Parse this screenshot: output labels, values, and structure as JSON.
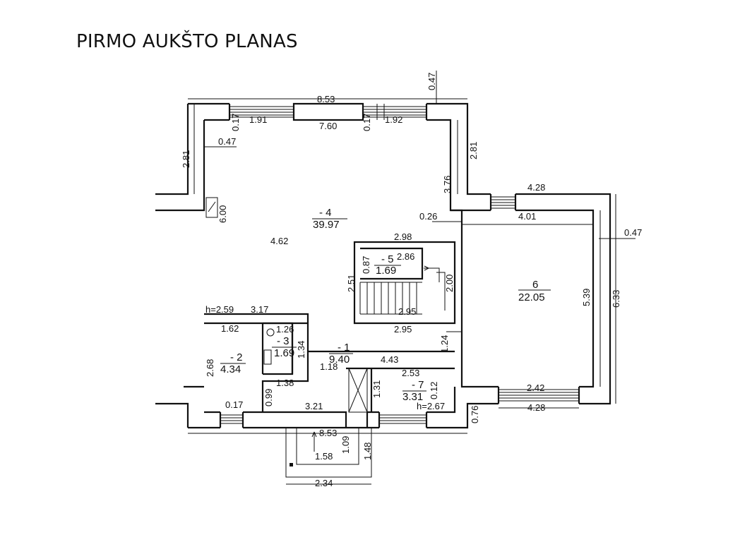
{
  "title": "PIRMO AUKŠTO PLANAS",
  "rooms": [
    {
      "id": "- 4",
      "area": "39.97"
    },
    {
      "id": "- 5",
      "area": "1.69"
    },
    {
      "id": "6",
      "area": "22.05"
    },
    {
      "id": "- 3",
      "area": "1.69"
    },
    {
      "id": "- 1",
      "area": "9.40"
    },
    {
      "id": "- 2",
      "area": "4.34"
    },
    {
      "id": "- 7",
      "area": "3.31"
    }
  ],
  "dimensions": {
    "top_total": "8.53",
    "top_left_win": "1.91",
    "top_inner": "7.60",
    "top_right_win": "1.92",
    "wall_017_a": "0.17",
    "wall_017_b": "0.17",
    "top_right_047": "0.47",
    "left_281": "2.81",
    "left_047": "0.47",
    "right_281": "2.81",
    "inner_376": "3.76",
    "left_600": "6.00",
    "inner_026": "0.26",
    "room4_462": "4.62",
    "stair_298": "2.98",
    "stair_286": "2.86",
    "stair_087": "0.87",
    "stair_251": "2.51",
    "stair_200": "2.00",
    "stair_295": "2.95",
    "h_259": "h=2.59",
    "w_317": "3.17",
    "r6_428_top": "4.28",
    "r6_401": "4.01",
    "r6_047": "0.47",
    "r6_539": "5.39",
    "r6_633": "6.33",
    "r6_242": "2.42",
    "r6_428_bottom": "4.28",
    "r6_076": "0.76",
    "hall_295": "2.95",
    "hall_124": "1.24",
    "r2_162": "1.62",
    "r3_126": "1.26",
    "r3_134": "1.34",
    "r2_268": "2.68",
    "hall_118": "1.18",
    "hall_443": "4.43",
    "r7_253": "2.53",
    "r7_012": "0.12",
    "hall_131": "1.31",
    "hall_138": "1.38",
    "hall_099": "0.99",
    "r2_017": "0.17",
    "bottom_321": "3.21",
    "r7_h267": "h=2.67",
    "bottom_853": "8.53",
    "porch_109": "1.09",
    "porch_148": "1.48",
    "porch_158": "1.58",
    "porch_234": "2.34"
  }
}
